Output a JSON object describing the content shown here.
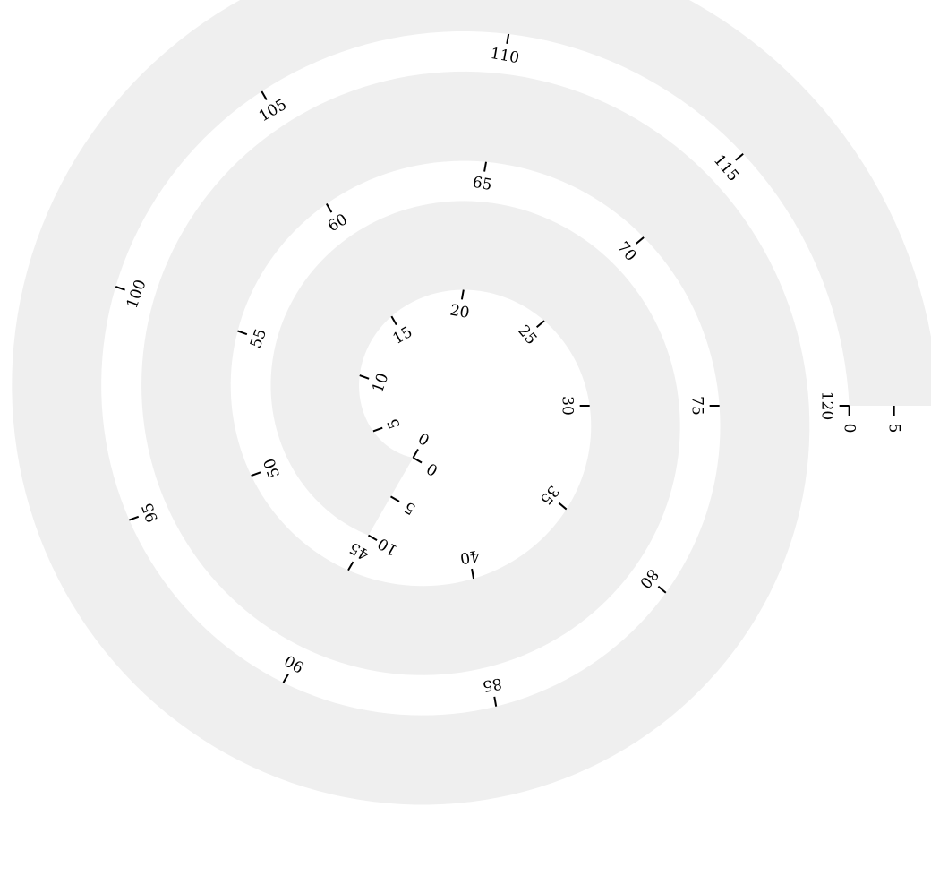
{
  "chart_data": {
    "type": "spiral",
    "title": "",
    "xlabel": "",
    "ylabel": "",
    "axis": {
      "range": [
        0,
        120
      ],
      "tick_step": 5,
      "tick_labels": [
        "0",
        "5",
        "10",
        "15",
        "20",
        "25",
        "30",
        "35",
        "40",
        "45",
        "50",
        "55",
        "60",
        "65",
        "70",
        "75",
        "80",
        "85",
        "90",
        "95",
        "100",
        "105",
        "110",
        "115",
        "120"
      ]
    },
    "radial_axis": {
      "range": [
        0,
        10
      ],
      "tick_labels": [
        "0",
        "5",
        "10"
      ]
    },
    "track_color": "#efefef",
    "tick_color": "#000000"
  }
}
